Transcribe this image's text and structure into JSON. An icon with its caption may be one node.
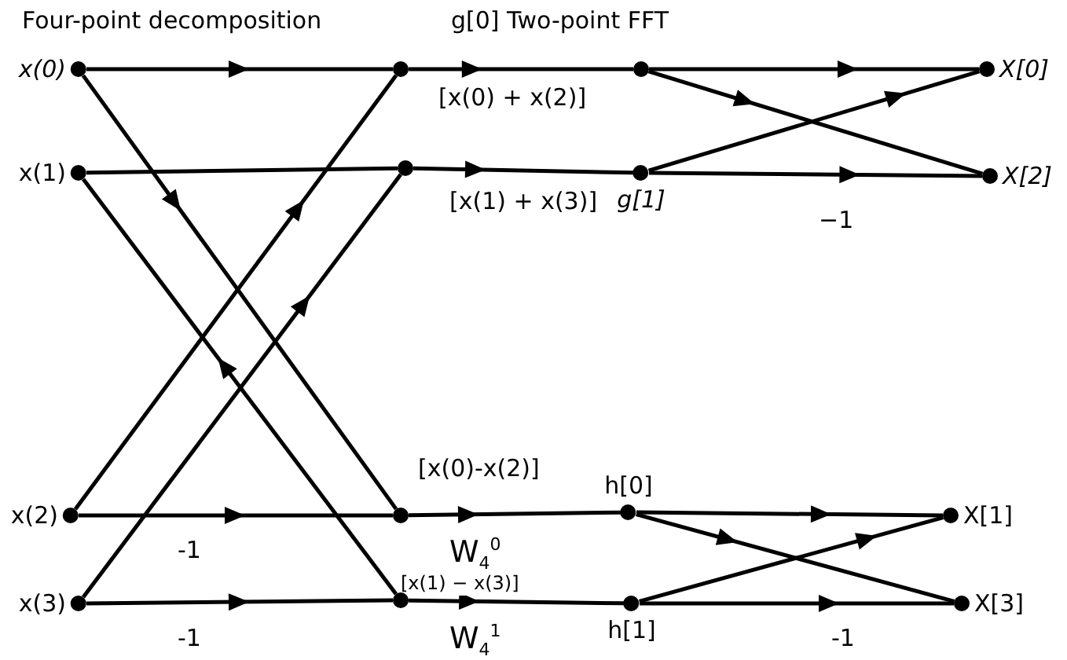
{
  "diagram": {
    "nodes": [
      {
        "text": [
          "x(0)"
        ]
      },
      {
        "text": [
          "x(1)"
        ]
      },
      {
        "text": [
          "x(2)"
        ]
      },
      {
        "text": [
          "x(3)"
        ]
      },
      {
        "text": [],
        "shape": "circle"
      },
      {
        "text": [],
        "shape": "circle"
      },
      {
        "text": [],
        "shape": "circle"
      },
      {
        "text": [],
        "shape": "circle"
      },
      {
        "text": [],
        "shape": "circle"
      },
      {
        "text": [
          "g[1]"
        ]
      },
      {
        "text": [
          "h[0]"
        ]
      },
      {
        "text": [
          "h[1]"
        ]
      },
      {
        "text": [
          "X[0]"
        ]
      },
      {
        "text": [
          "X[2]"
        ]
      },
      {
        "text": [
          "X[1]"
        ]
      },
      {
        "text": [
          "X[3]"
        ]
      }
    ],
    "edges": [
      {
        "from": 0,
        "to": 4,
        "arrow": "to"
      },
      {
        "from": 0,
        "to": 6,
        "arrow": "to"
      },
      {
        "from": 1,
        "to": 5,
        "arrow": "none"
      },
      {
        "from": 7,
        "to": 1,
        "arrow": "to"
      },
      {
        "from": 2,
        "to": 6,
        "arrow": "to",
        "label": "-1"
      },
      {
        "from": 2,
        "to": 4,
        "arrow": "to"
      },
      {
        "from": 3,
        "to": 7,
        "arrow": "to",
        "label": "-1"
      },
      {
        "from": 3,
        "to": 5,
        "arrow": "to"
      },
      {
        "from": 4,
        "to": 8,
        "arrow": "to",
        "label": "[x(0) + x(2)]"
      },
      {
        "from": 5,
        "to": 9,
        "arrow": "to",
        "label": "[x(1)  + x(3)]"
      },
      {
        "from": 6,
        "to": 10,
        "arrow": "to",
        "label": "[x(0)-x(2)]"
      },
      {
        "from": 7,
        "to": 11,
        "arrow": "to",
        "label": "[x(1) − x(3)]"
      },
      {
        "from": 8,
        "to": 12,
        "arrow": "to"
      },
      {
        "from": 8,
        "to": 13,
        "arrow": "to"
      },
      {
        "from": 9,
        "to": 12,
        "arrow": "to"
      },
      {
        "from": 9,
        "to": 13,
        "arrow": "to",
        "label": "−1"
      },
      {
        "from": 10,
        "to": 14,
        "arrow": "to"
      },
      {
        "from": 10,
        "to": 15,
        "arrow": "to"
      },
      {
        "from": 11,
        "to": 14,
        "arrow": "to"
      },
      {
        "from": 11,
        "to": 15,
        "arrow": "to",
        "label": "-1"
      }
    ],
    "labels": [
      "Four-point decomposition",
      "g[0] Two-point FFT",
      "W$_{4}$$^{0}$",
      "W$_{4}$$^{1}$"
    ]
  }
}
